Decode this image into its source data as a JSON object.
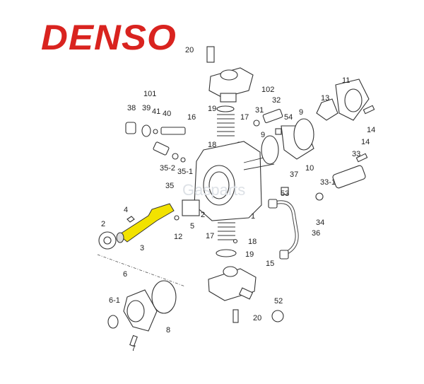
{
  "brand": {
    "logo_text": "DENSO",
    "color": "#d9231f"
  },
  "watermark": "Gasparts",
  "highlight_color": "#f2e200",
  "highlighted_part": "3",
  "part_labels": [
    "20",
    "101",
    "38",
    "39",
    "41",
    "40",
    "102",
    "32",
    "31",
    "54",
    "16",
    "19",
    "17",
    "18",
    "9",
    "9",
    "11",
    "13",
    "14",
    "14",
    "10",
    "37",
    "33",
    "33-1",
    "35-2",
    "35-1",
    "35",
    "53",
    "34",
    "36",
    "4",
    "2",
    "2",
    "3",
    "5",
    "12",
    "1",
    "17",
    "18",
    "19",
    "15",
    "6",
    "6-1",
    "8",
    "7",
    "52",
    "20"
  ]
}
